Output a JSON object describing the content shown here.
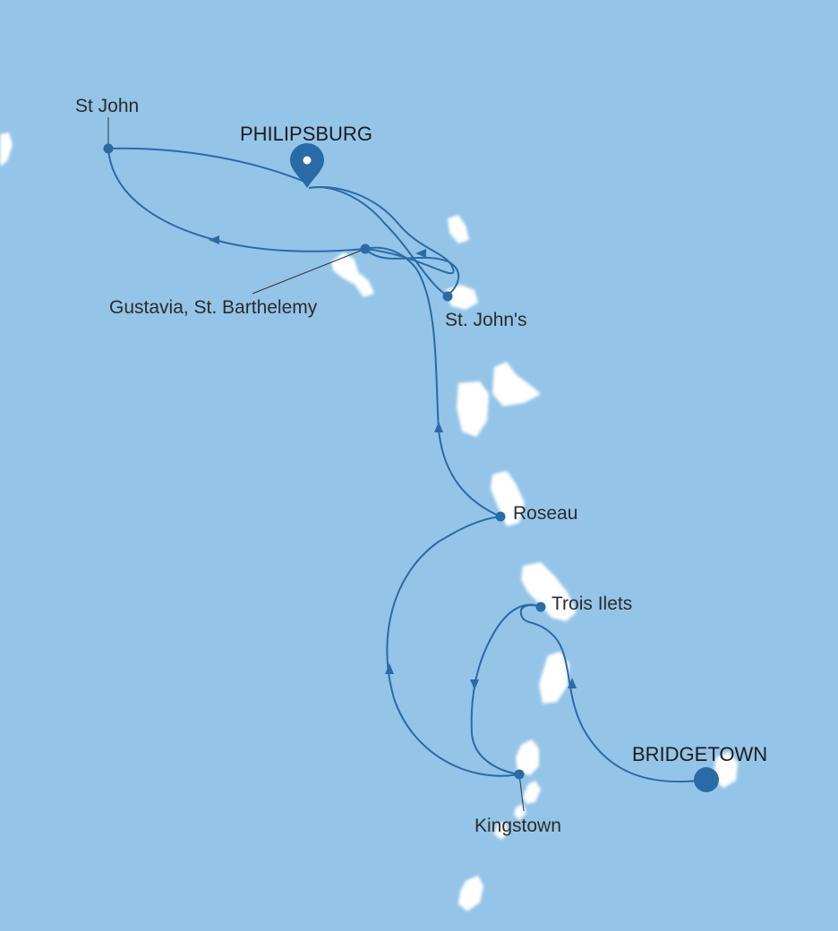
{
  "map": {
    "colors": {
      "sea": "#94c4e8",
      "land": "#ffffff",
      "route": "#2a6aa6",
      "label": "#2b2b2b"
    },
    "start_port": {
      "name": "BRIDGETOWN",
      "marker": "large-circle"
    },
    "end_port": {
      "name": "PHILIPSBURG",
      "marker": "map-pin-icon"
    },
    "ports": [
      {
        "name": "St John"
      },
      {
        "name": "Gustavia, St. Barthelemy"
      },
      {
        "name": "St. John's"
      },
      {
        "name": "Roseau"
      },
      {
        "name": "Trois Ilets"
      },
      {
        "name": "Kingstown"
      }
    ]
  }
}
